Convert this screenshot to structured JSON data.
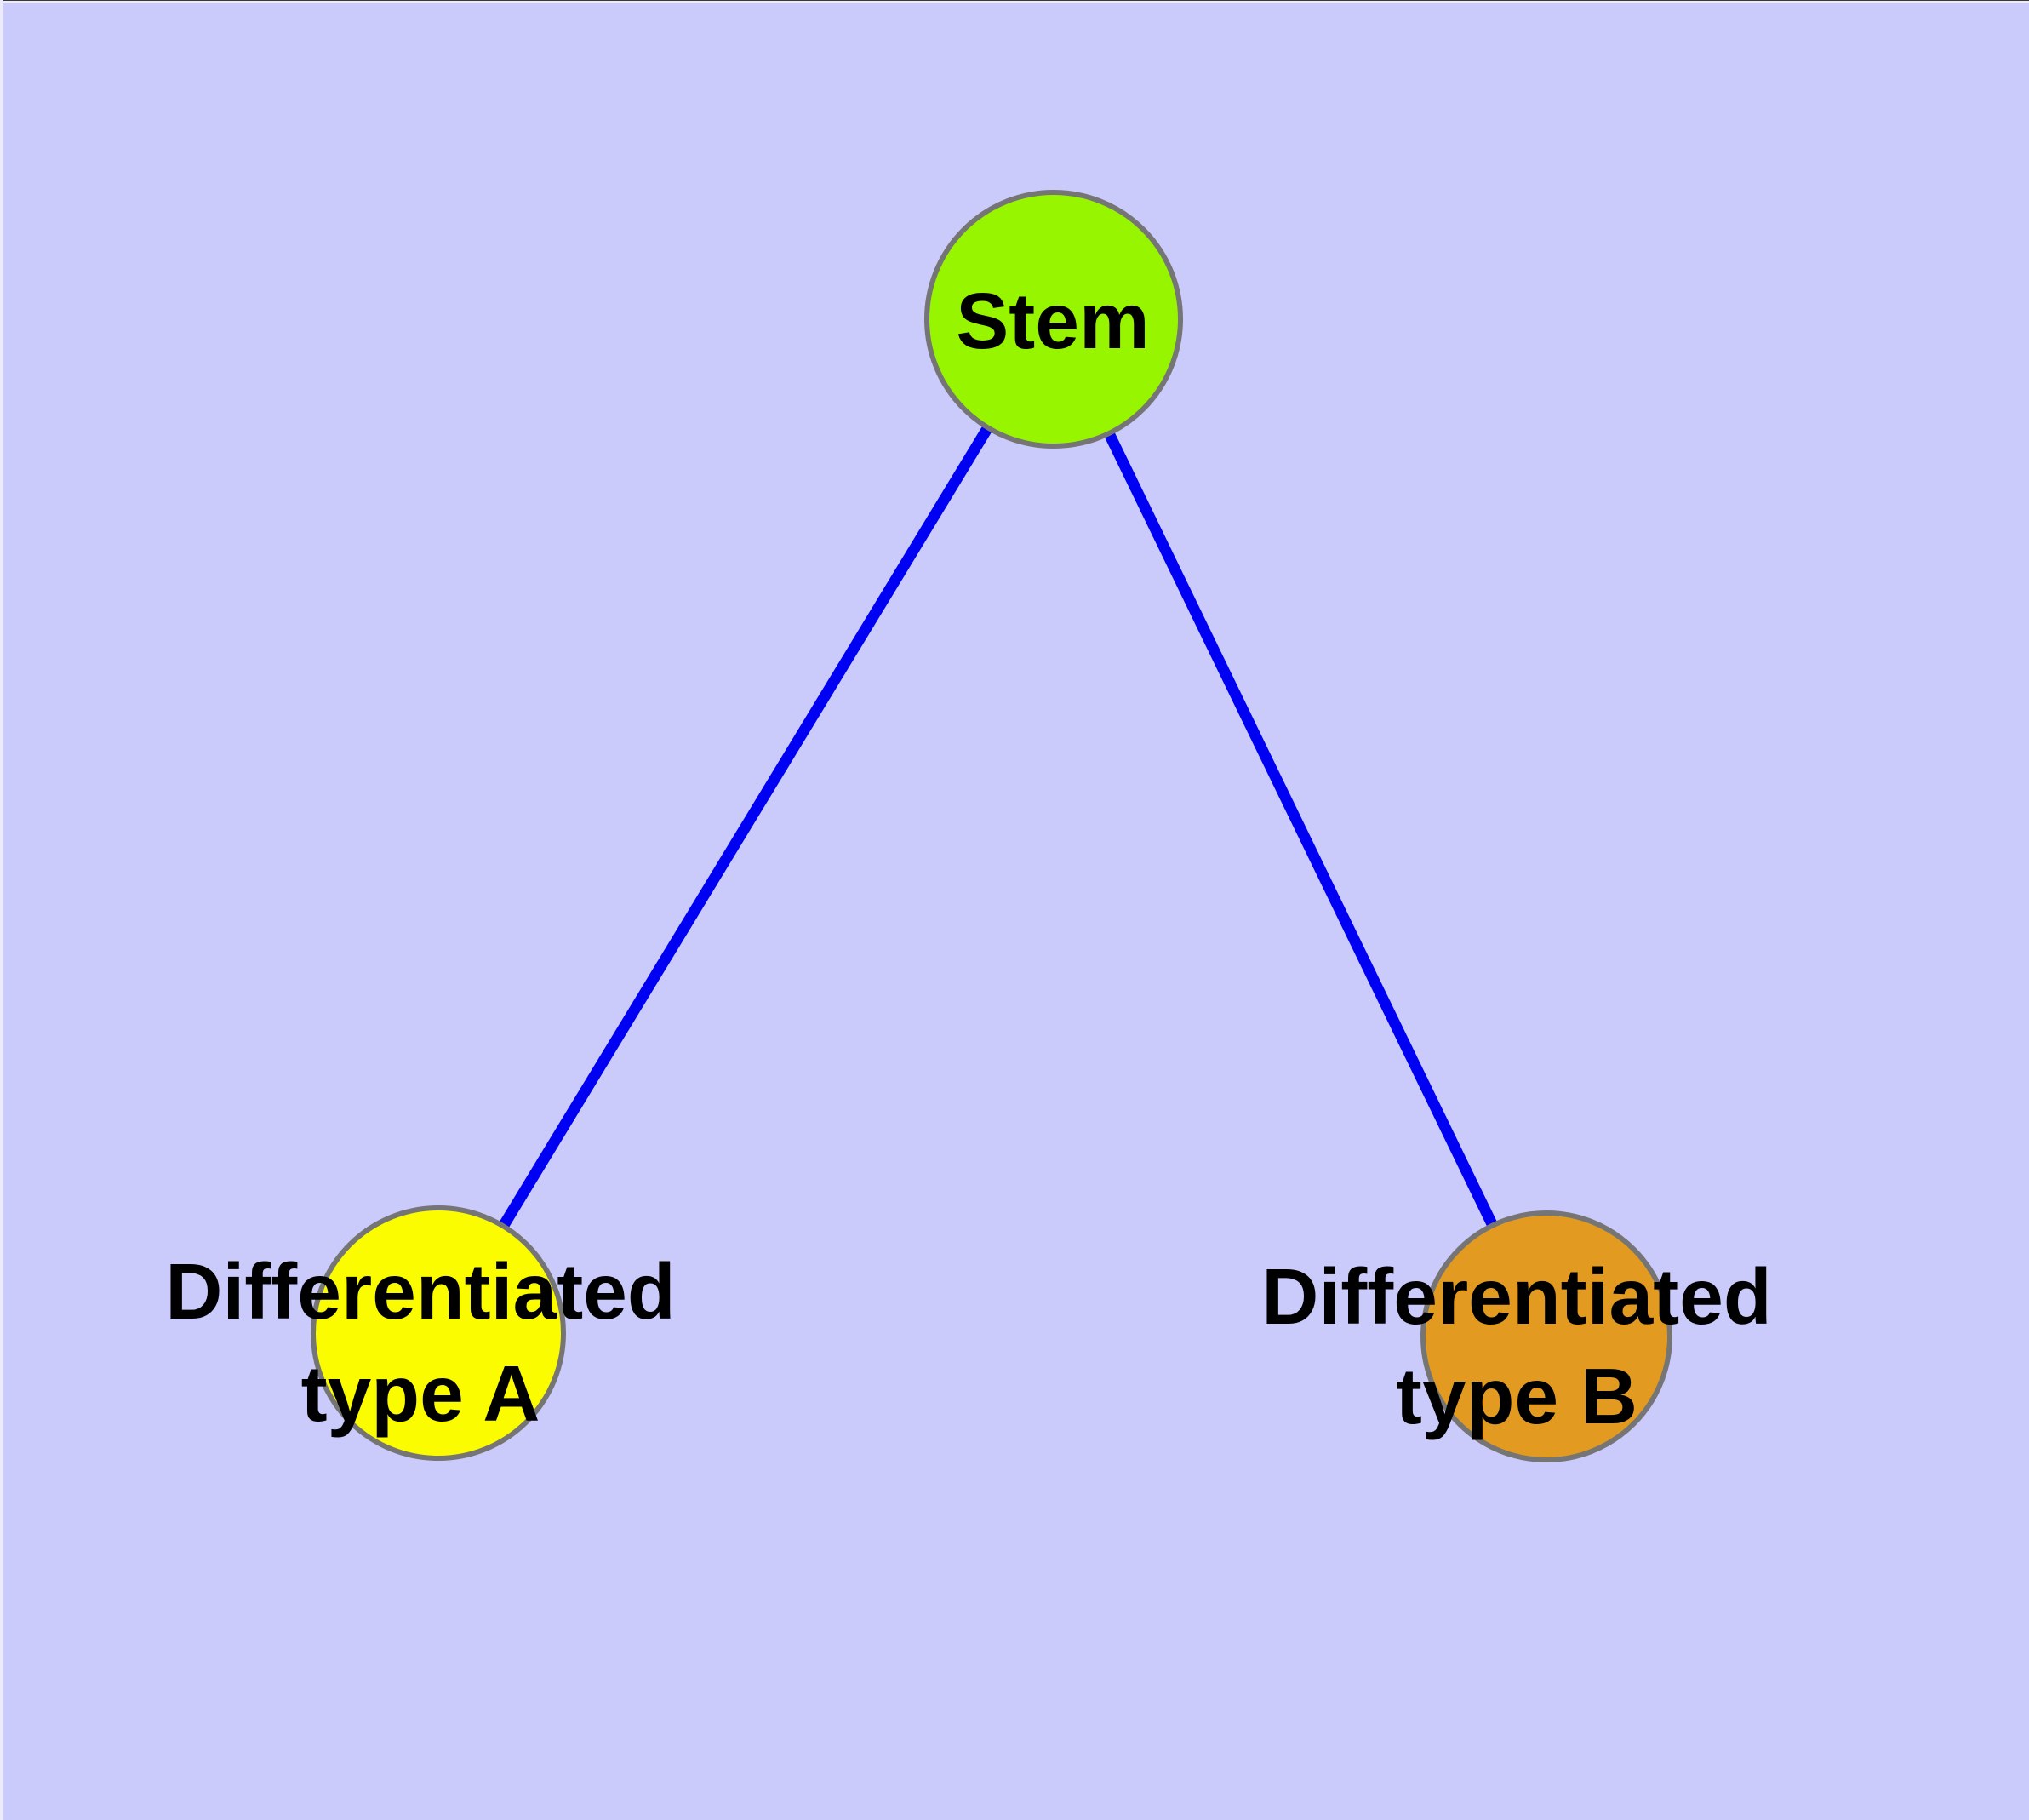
{
  "theme": {
    "background": "#CACAFB",
    "edge": "#0000F2",
    "node-border": "#757575",
    "label": "#000000"
  },
  "graph": {
    "title": "",
    "nodes": [
      {
        "name": "stem",
        "lines": [
          "Stem"
        ],
        "fill": "#98F500"
      },
      {
        "name": "differentiated-type-a",
        "lines": [
          "Differentiated",
          "type A"
        ],
        "fill": "#FCFC00"
      },
      {
        "name": "differentiated-type-b",
        "lines": [
          "Differentiated",
          "type B"
        ],
        "fill": "#E29A20"
      }
    ],
    "edges": [
      {
        "from": "Stem",
        "to": "Differentiated type A"
      },
      {
        "from": "Stem",
        "to": "Differentiated type B"
      }
    ]
  }
}
